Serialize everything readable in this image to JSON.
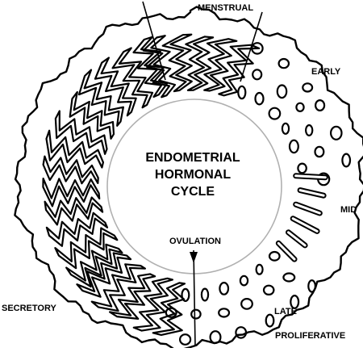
{
  "diagram": {
    "center_title": [
      "ENDOMETRIAL",
      "HORMONAL",
      "CYCLE"
    ],
    "labels": {
      "menstrual": "MENSTRUAL",
      "early": "EARLY",
      "mid": "MID",
      "late": "LATE",
      "proliferative": "PROLIFERATIVE",
      "ovulation": "OVULATION",
      "secretory": "SECRETORY"
    }
  },
  "colors": {
    "stroke": "#000000",
    "inner_circle": "#b0b0b0",
    "background": "#ffffff"
  }
}
